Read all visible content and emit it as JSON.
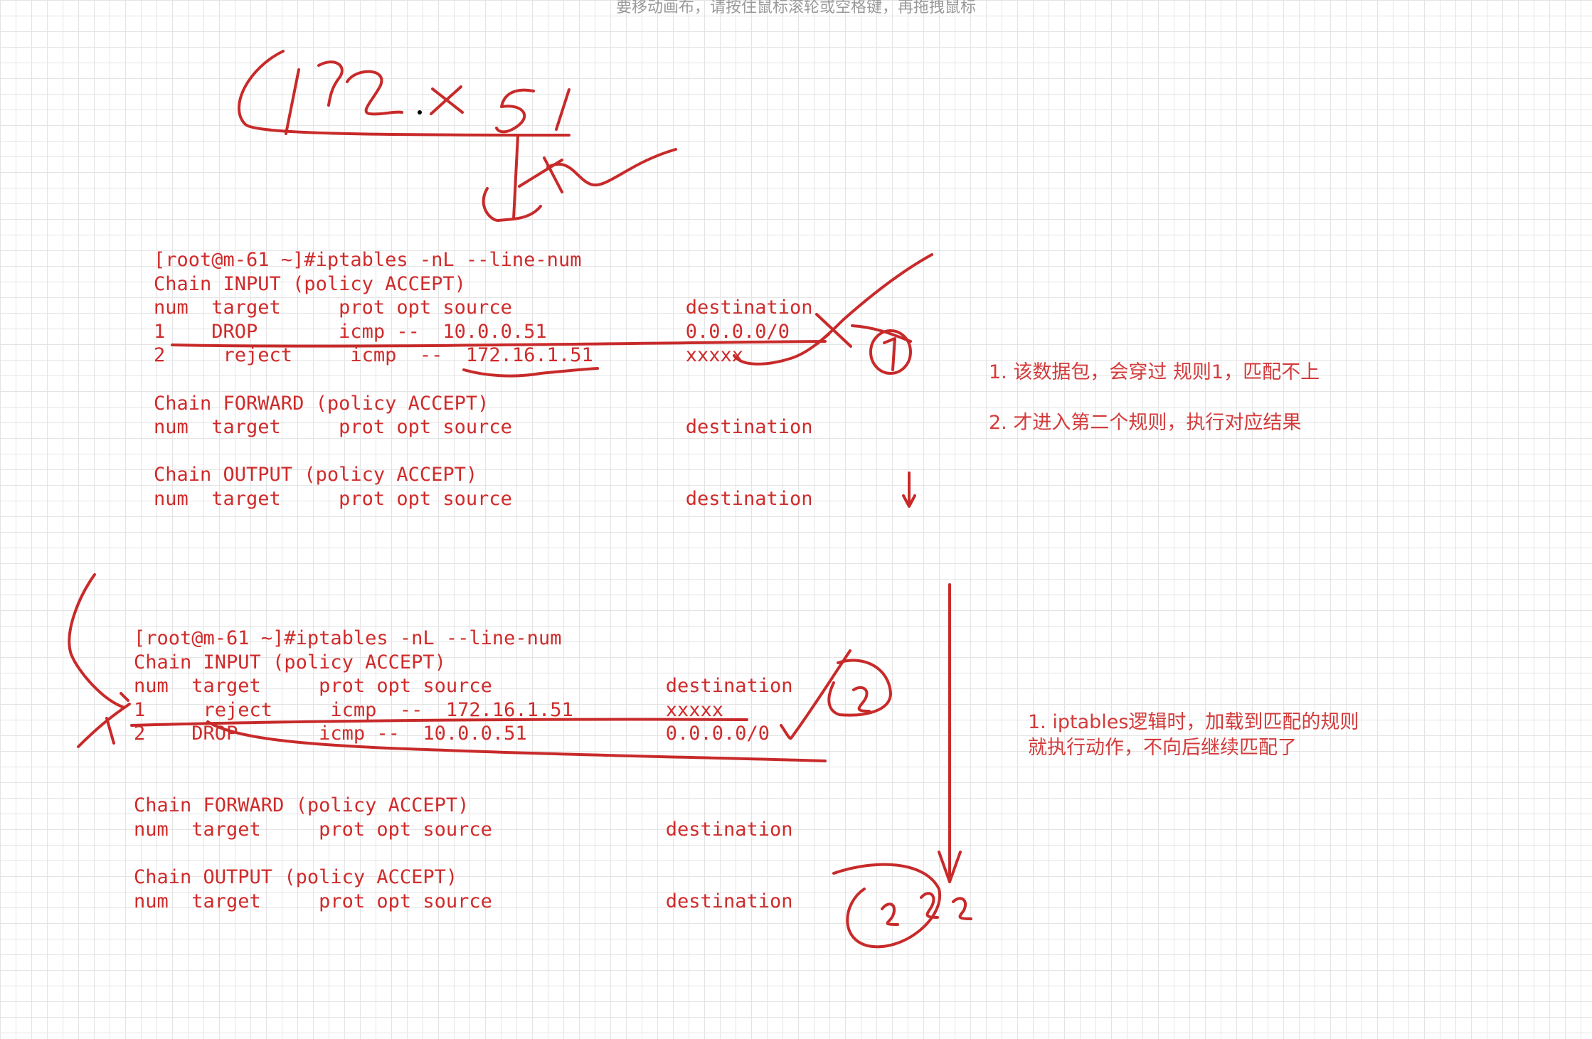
{
  "canvas": {
    "hint": "要移动画布，请按住鼠标滚轮或空格键，再拖拽鼠标"
  },
  "terminal1": {
    "prompt": "[root@m-61 ~]#iptables -nL --line-num",
    "input_chain": "Chain INPUT (policy ACCEPT)",
    "input_header": "num  target     prot opt source               destination",
    "input_row1": "1    DROP       icmp --  10.0.0.51            0.0.0.0/0",
    "input_row2": "2     reject     icmp  --  172.16.1.51        xxxxx",
    "forward_chain": "Chain FORWARD (policy ACCEPT)",
    "forward_header": "num  target     prot opt source               destination",
    "output_chain": "Chain OUTPUT (policy ACCEPT)",
    "output_header": "num  target     prot opt source               destination"
  },
  "terminal2": {
    "prompt": "[root@m-61 ~]#iptables -nL --line-num",
    "input_chain": "Chain INPUT (policy ACCEPT)",
    "input_header": "num  target     prot opt source               destination",
    "input_row1": "1     reject     icmp  --  172.16.1.51        xxxxx",
    "input_row2": "2    DROP       icmp --  10.0.0.51            0.0.0.0/0",
    "forward_chain": "Chain FORWARD (policy ACCEPT)",
    "forward_header": "num  target     prot opt source               destination",
    "output_chain": "Chain OUTPUT (policy ACCEPT)",
    "output_header": "num  target     prot opt source               destination"
  },
  "notes1": {
    "line1": "1. 该数据包，会穿过 规则1，匹配不上",
    "line2": "2. 才进入第二个规则，执行对应结果"
  },
  "notes2": {
    "line1": "1. iptables逻辑时，加载到匹配的规则",
    "line2": "就执行动作，不向后继续匹配了"
  },
  "handwriting": {
    "top_text": "172.x.5.1",
    "circle1": "1",
    "circle2": "2",
    "bottom_number": "222"
  },
  "colors": {
    "ink": "#c82a2a",
    "text": "#cf2b2b",
    "grid": "#e4e4e4"
  }
}
